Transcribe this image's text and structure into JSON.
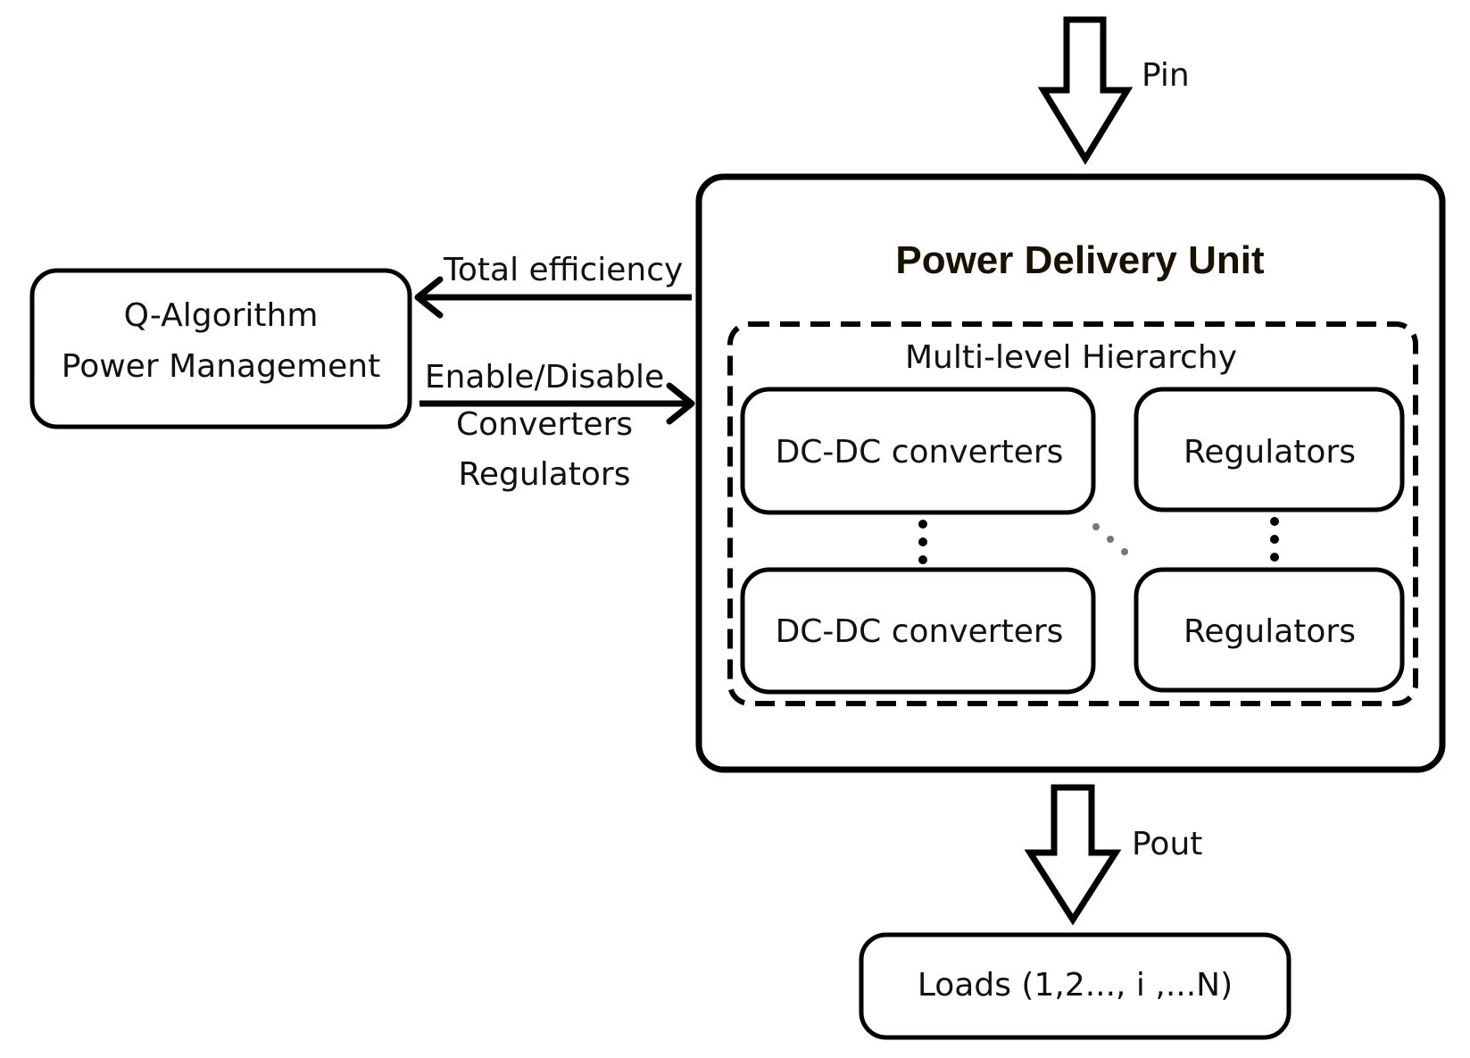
{
  "diagram": {
    "pin_label": "Pin",
    "pout_label": "Pout",
    "q_block": {
      "line1": "Q-Algorithm",
      "line2": "Power Management"
    },
    "feedback_label": "Total efficiency",
    "control_label": {
      "line1": "Enable/Disable",
      "line2": "Converters",
      "line3": "Regulators"
    },
    "pdu": {
      "title": "Power Delivery Unit",
      "hierarchy": {
        "title": "Multi-level Hierarchy",
        "converter_top": "DC-DC converters",
        "regulator_top": "Regulators",
        "converter_bottom": "DC-DC converters",
        "regulator_bottom": "Regulators"
      }
    },
    "loads_label": "Loads (1,2..., i ,...N)"
  },
  "colors": {
    "stroke": "#000000",
    "text": "#111111",
    "title_accent": "#1a1200"
  }
}
